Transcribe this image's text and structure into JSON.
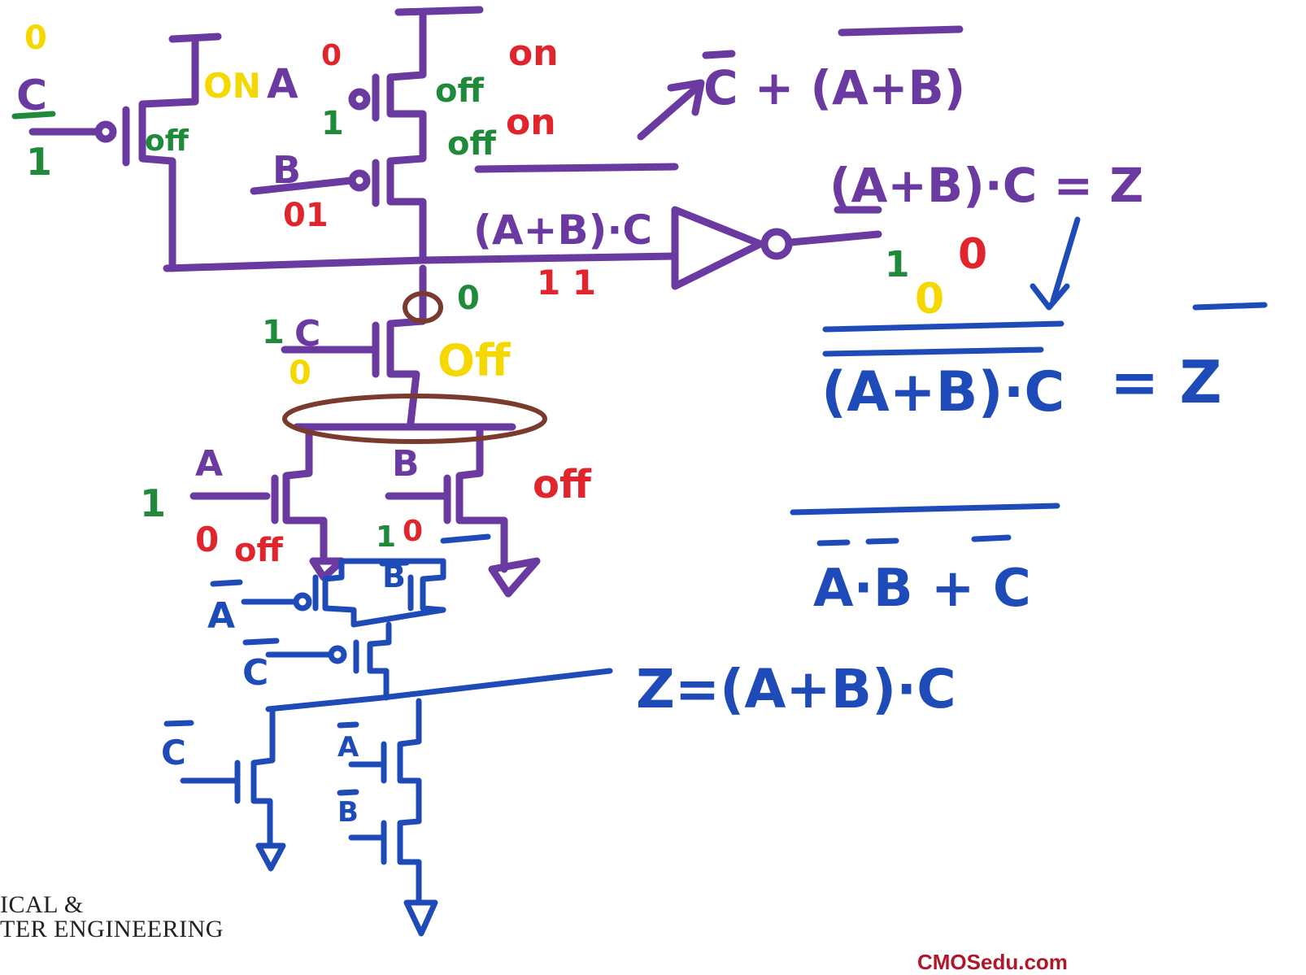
{
  "colors": {
    "purple": "#6a3aa0",
    "blue": "#1e4bb8",
    "red": "#e0262c",
    "green": "#1f8a3a",
    "yellow": "#f4d800",
    "brown": "#7a3a2c"
  },
  "gate_labels": {
    "C": "C",
    "A": "A",
    "B": "B",
    "A_bar": "A",
    "C_bar": "C",
    "B_bar": "B"
  },
  "states": {
    "on": "ON",
    "off": "off",
    "off_cap": "Off",
    "on_lower": "on"
  },
  "logic_values": {
    "zero": "0",
    "one": "1",
    "zero_one": "01",
    "one_zero": "10",
    "one_one": "1 1"
  },
  "expressions": {
    "output_node": "(A+B)·C",
    "top_right": "C + (A+B)",
    "z_def": "(A+B)·C = Z",
    "z_bar_lhs": "(A+B)·C",
    "z_bar_eq": "= Z",
    "demorgan": "A·B + C",
    "z_final": "Z=(A+B)·C"
  },
  "footer": {
    "dept_line1": "ICAL &",
    "dept_line2": "TER ENGINEERING",
    "site": "CMOSedu.com"
  }
}
